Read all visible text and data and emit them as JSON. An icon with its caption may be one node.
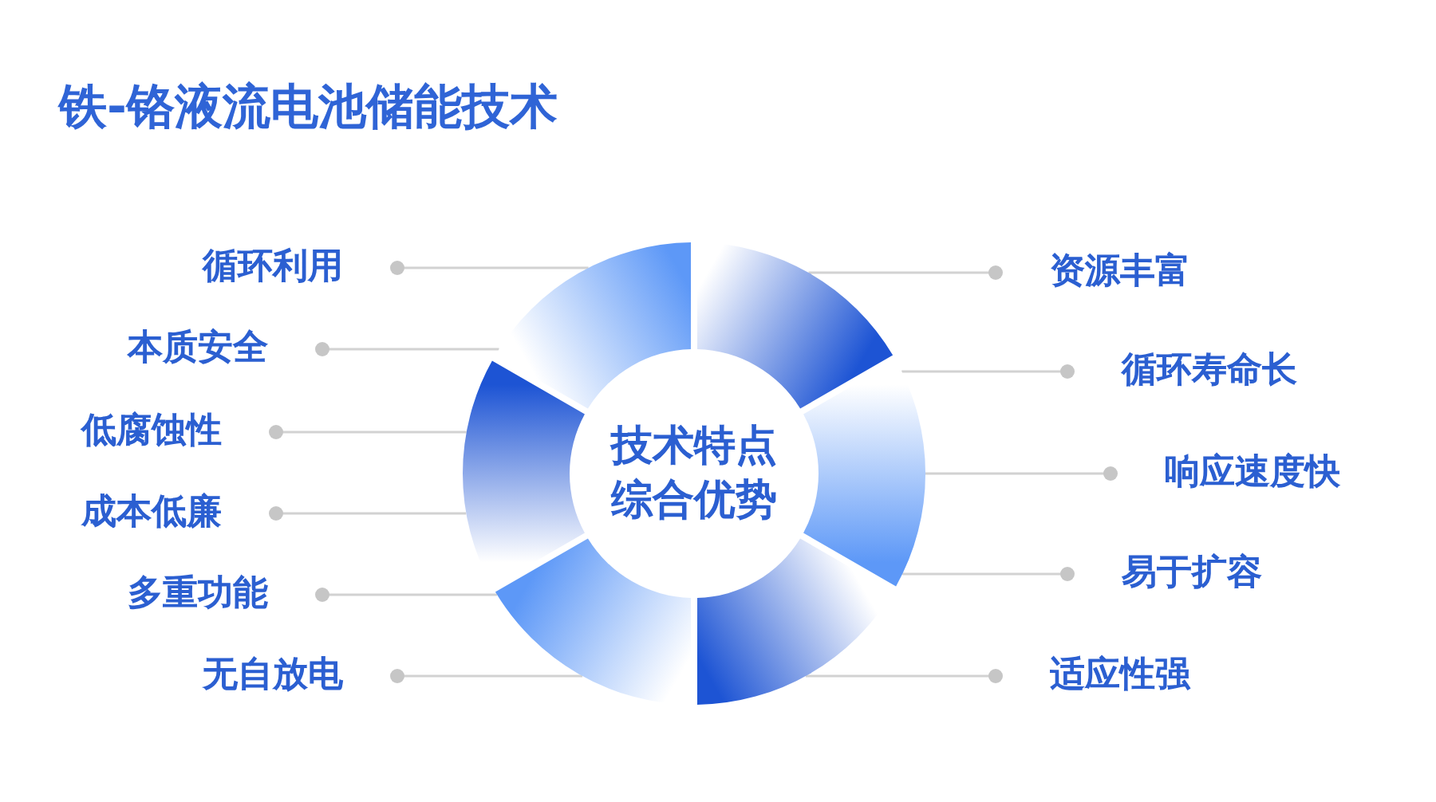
{
  "diagram": {
    "title": "铁-铬液流电池储能技术",
    "nodes": [
      {
        "text": [
          "技术特点综合优势"
        ]
      },
      {
        "text": [
          "循环利用"
        ]
      },
      {
        "text": [
          "本质安全"
        ]
      },
      {
        "text": [
          "低腐蚀性"
        ]
      },
      {
        "text": [
          "成本低廉"
        ]
      },
      {
        "text": [
          "多重功能"
        ]
      },
      {
        "text": [
          "无自放电"
        ]
      },
      {
        "text": [
          "资源丰富"
        ]
      },
      {
        "text": [
          "循环寿命长"
        ]
      },
      {
        "text": [
          "响应速度快"
        ]
      },
      {
        "text": [
          "易于扩容"
        ]
      },
      {
        "text": [
          "适应性强"
        ]
      }
    ],
    "edges": [
      {
        "from": 1,
        "to": 0,
        "arrow": "other"
      },
      {
        "from": 2,
        "to": 0,
        "arrow": "other"
      },
      {
        "from": 3,
        "to": 0,
        "arrow": "other"
      },
      {
        "from": 4,
        "to": 0,
        "arrow": "other"
      },
      {
        "from": 5,
        "to": 0,
        "arrow": "other"
      },
      {
        "from": 6,
        "to": 0,
        "arrow": "other"
      },
      {
        "from": 7,
        "to": 0,
        "arrow": "other"
      },
      {
        "from": 8,
        "to": 0,
        "arrow": "other"
      },
      {
        "from": 9,
        "to": 0,
        "arrow": "other"
      },
      {
        "from": 10,
        "to": 0,
        "arrow": "other"
      },
      {
        "from": 11,
        "to": 0,
        "arrow": "other"
      }
    ]
  }
}
